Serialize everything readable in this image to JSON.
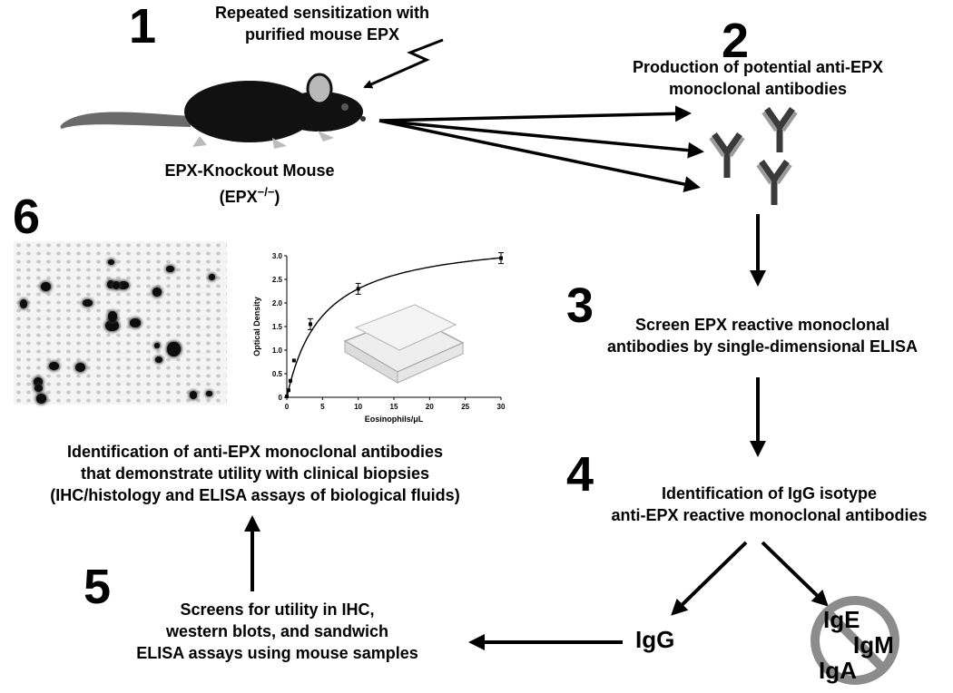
{
  "steps": {
    "s1": {
      "number": "1",
      "lines": [
        "Repeated sensitization with",
        "purified mouse EPX"
      ]
    },
    "mouse_label": [
      "EPX-Knockout Mouse",
      "(EPX"
    ],
    "mouse_sup": "−/−",
    "mouse_close": ")",
    "s2": {
      "number": "2",
      "lines": [
        "Production of potential anti-EPX",
        "monoclonal antibodies"
      ]
    },
    "s3": {
      "number": "3",
      "lines": [
        "Screen EPX reactive monoclonal",
        "antibodies by single-dimensional ELISA"
      ]
    },
    "s4": {
      "number": "4",
      "lines": [
        "Identification of IgG isotype",
        "anti-EPX reactive monoclonal antibodies"
      ]
    },
    "s5": {
      "number": "5",
      "lines": [
        "Screens for utility in IHC,",
        "western blots, and sandwich",
        "ELISA assays using mouse samples"
      ]
    },
    "s6": {
      "number": "6",
      "lines": [
        "Identification of anti-EPX monoclonal antibodies",
        "that demonstrate utility with clinical biopsies",
        "(IHC/histology and ELISA assays of biological fluids)"
      ]
    }
  },
  "isotypes": {
    "kept": "IgG",
    "excluded": [
      "IgE",
      "IgM",
      "IgA"
    ]
  },
  "icons": [
    "mouse-icon",
    "lightning-icon",
    "antibody-icon",
    "prohibited-icon",
    "elisa-plate-icon",
    "histology-image"
  ],
  "colors": {
    "ink": "#000000",
    "antibody_dark": "#3a3a3a",
    "antibody_light": "#9a9a9a",
    "prohibit": "#8c8c8c"
  },
  "chart_data": {
    "type": "scatter",
    "title": "",
    "xlabel": "Eosinophils/μL",
    "ylabel": "Optical Density",
    "xlim": [
      0,
      30
    ],
    "ylim": [
      0,
      3.0
    ],
    "xticks": [
      "0",
      "5",
      "10",
      "15",
      "20",
      "25",
      "30"
    ],
    "yticks": [
      "0",
      "0.5",
      "1.0",
      "1.5",
      "2.0",
      "2.5",
      "3.0"
    ],
    "series": [
      {
        "x": [
          0,
          0.25,
          0.5,
          1,
          3.3,
          10,
          30
        ],
        "y": [
          0.02,
          0.15,
          0.35,
          0.78,
          1.55,
          2.3,
          2.95
        ],
        "fit": "saturation curve"
      }
    ]
  }
}
